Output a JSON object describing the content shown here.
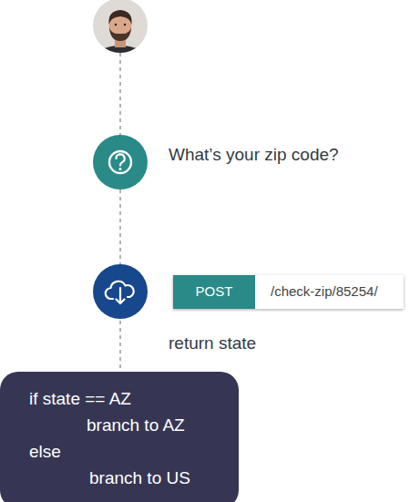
{
  "diagram": {
    "nodes": [
      {
        "text": [
          "What’s your zip code?"
        ]
      },
      {
        "text": [
          "/check-zip/85254/"
        ]
      },
      {
        "text": [
          "POST"
        ],
        "in": 1
      },
      {
        "text": [
          "if state == AZ",
          "branch to AZ",
          "else",
          "branch to US"
        ]
      }
    ],
    "edges": [
      {
        "from": 0,
        "to": 3,
        "arrow": "none"
      }
    ],
    "labels": [
      "return state"
    ]
  }
}
